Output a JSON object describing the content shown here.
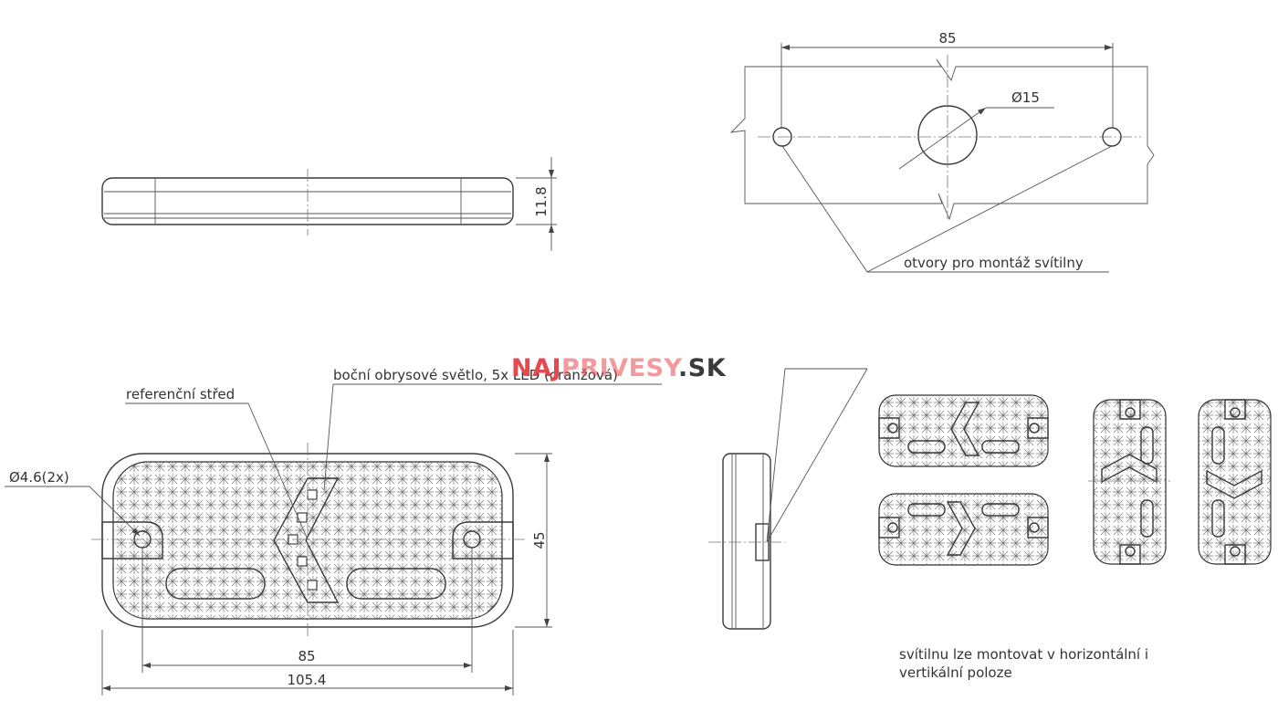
{
  "watermark": {
    "part1": "NAJ",
    "part2": "PRIVESY",
    "part3": ".SK",
    "color_red": "#e8474d",
    "color_dark": "#3b3b3b"
  },
  "side_view": {
    "height_dim": "11.8"
  },
  "mounting_plate": {
    "spacing_dim": "85",
    "hole_dim": "Ø15",
    "note": "otvory pro montáž svítilny"
  },
  "front_view": {
    "label_reference": "referenční střed",
    "label_side_light": "boční obrysové světlo, 5x LED (oranžová)",
    "hole_dim": "Ø4.6(2x)",
    "height_dim": "45",
    "spacing_dim": "85",
    "length_dim": "105.4"
  },
  "orientation_note": {
    "line1": "svítilnu lze montovat v horizontální i",
    "line2": "vertikální poloze"
  },
  "colors": {
    "line": "#3a3a3a",
    "background": "#ffffff"
  },
  "icons": [
    "diameter-symbol",
    "dimension-arrow"
  ]
}
